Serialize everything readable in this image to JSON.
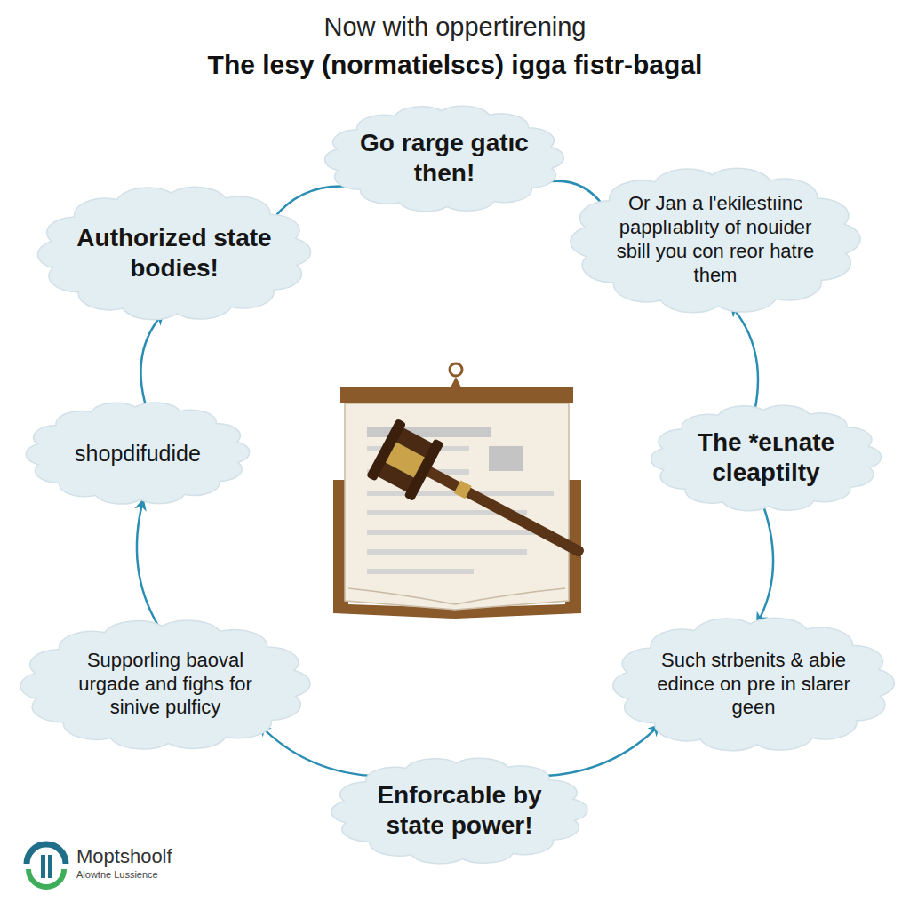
{
  "diagram": {
    "title": "The lesy (normatielscs) igga fistr-bagal",
    "nodes": [
      {
        "text": [
          "Go rarge gatıc then!"
        ]
      },
      {
        "text": [
          "Or Jan a l'ekilestıinc papplıablıty of nouider sbill you con reor hatre them"
        ]
      },
      {
        "text": [
          "The *eʟnate cleaptilty"
        ]
      },
      {
        "text": [
          "Such strbenits & abie edince on pre in slarer geen"
        ]
      },
      {
        "text": [
          "Enforcable by state power!"
        ]
      },
      {
        "text": [
          "Supporling baoval urgade and fighs for sinive pulficy"
        ]
      },
      {
        "text": [
          "shopdifudide"
        ]
      },
      {
        "text": [
          "Authorized state bodies!"
        ]
      }
    ],
    "edges": [
      {
        "from": 0,
        "to": 1,
        "arrow": "none"
      },
      {
        "from": 2,
        "to": 1,
        "arrow": "to"
      },
      {
        "from": 2,
        "to": 3,
        "arrow": "to"
      },
      {
        "from": 4,
        "to": 3,
        "arrow": "to"
      },
      {
        "from": 4,
        "to": 5,
        "arrow": "to"
      },
      {
        "from": 5,
        "to": 6,
        "arrow": "to"
      },
      {
        "from": 6,
        "to": 7,
        "arrow": "to"
      },
      {
        "from": 7,
        "to": 0,
        "arrow": "none"
      }
    ],
    "labels": [
      "Now with oppertirening",
      "Moptshoolf",
      "Alowtne Lussience"
    ]
  }
}
